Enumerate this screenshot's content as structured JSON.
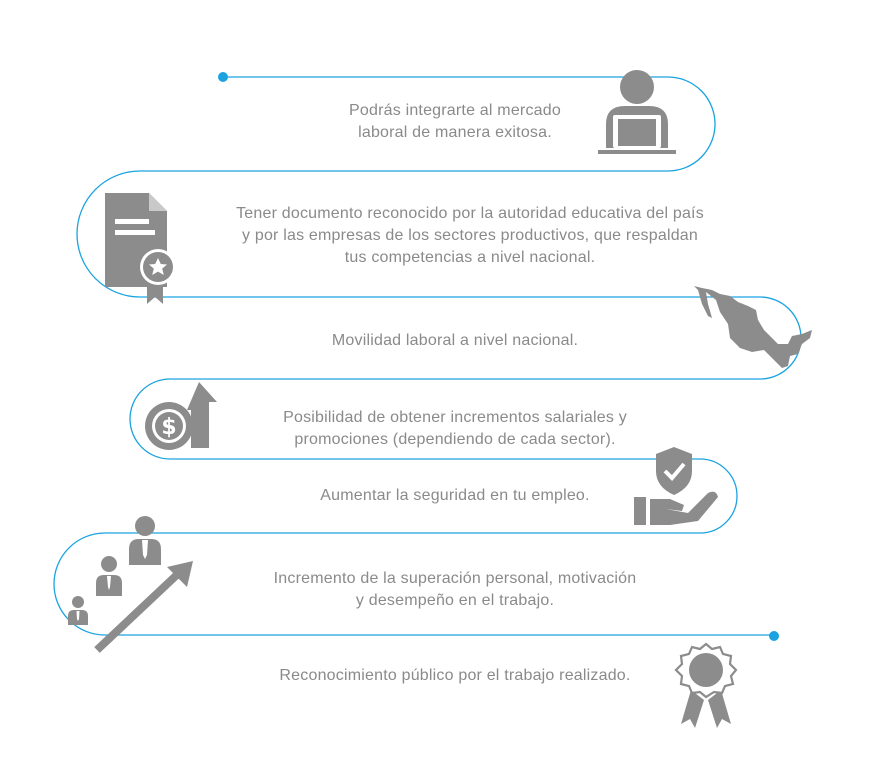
{
  "colors": {
    "line": "#1aa3e0",
    "icon": "#8c8c8c",
    "text": "#8a8a8a",
    "background": "#ffffff"
  },
  "benefits": [
    {
      "icon": "person-at-laptop-icon",
      "lines": [
        "Podrás integrarte al mercado",
        "laboral de manera exitosa."
      ]
    },
    {
      "icon": "certificate-document-icon",
      "lines": [
        "Tener documento reconocido por la autoridad educativa del país",
        "y por las empresas de los sectores productivos, que respaldan",
        "tus competencias a nivel nacional."
      ]
    },
    {
      "icon": "mexico-map-icon",
      "lines": [
        "Movilidad laboral a nivel nacional."
      ]
    },
    {
      "icon": "salary-increase-icon",
      "lines": [
        "Posibilidad de obtener incrementos salariales y",
        "promociones (dependiendo de cada sector)."
      ]
    },
    {
      "icon": "shield-hand-icon",
      "lines": [
        "Aumentar la seguridad en tu empleo."
      ]
    },
    {
      "icon": "growth-people-icon",
      "lines": [
        "Incremento de la superación personal, motivación",
        "y desempeño en el trabajo."
      ]
    },
    {
      "icon": "award-ribbon-icon",
      "lines": [
        "Reconocimiento público por el trabajo realizado."
      ]
    }
  ]
}
